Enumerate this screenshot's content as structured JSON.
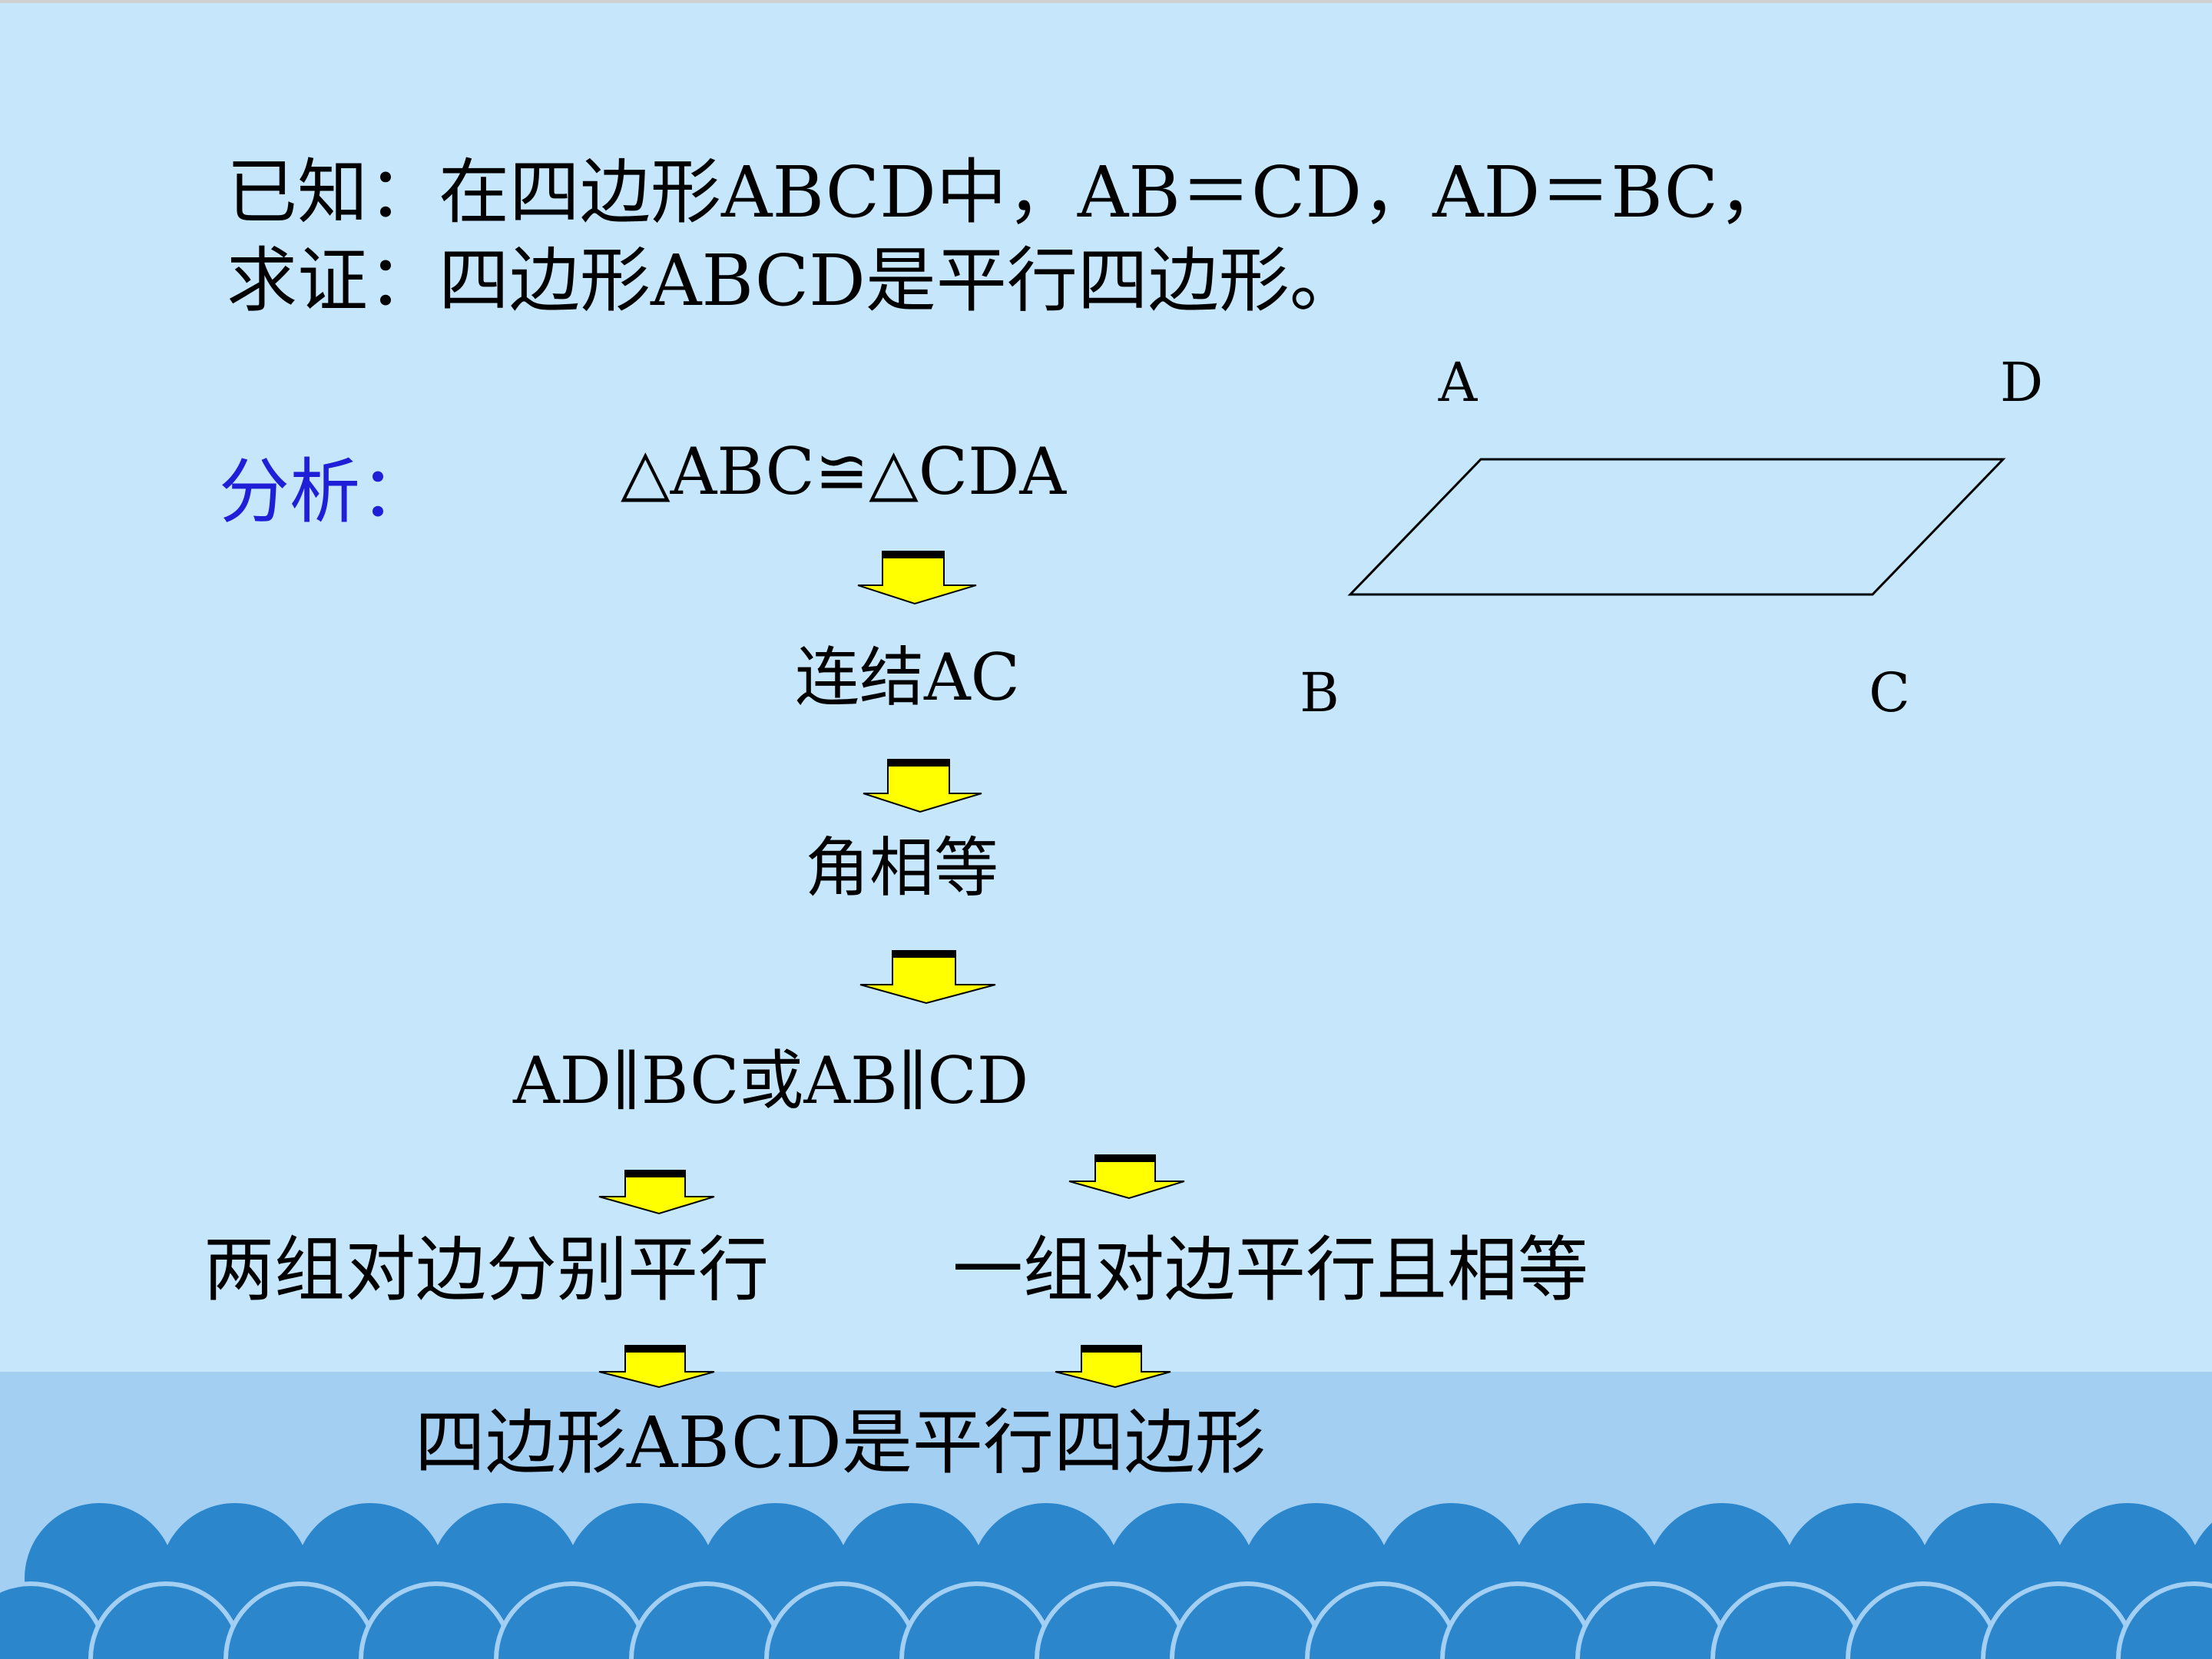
{
  "problem": {
    "given": "已知：在四边形ABCD中，AB＝CD，AD＝BC，",
    "prove": "求证：四边形ABCD是平行四边形。"
  },
  "analysis": {
    "label": "分析：",
    "step1": "△ABC≌△CDA",
    "step2": "连结AC",
    "step3": "角相等",
    "step4": "AD∥BC或AB∥CD",
    "branch_left": "两组对边分别平行",
    "branch_right": "一组对边平行且相等",
    "conclusion": "四边形ABCD是平行四边形"
  },
  "figure": {
    "vertices": {
      "A": "A",
      "B": "B",
      "C": "C",
      "D": "D"
    }
  },
  "colors": {
    "background": "#c6e6fb",
    "sea_light": "#a2cff2",
    "wave_blue": "#2b86cc",
    "analysis_label": "#1f1fd8",
    "arrow_fill": "#ffff00"
  },
  "icons": [
    "down-arrow-icon"
  ]
}
